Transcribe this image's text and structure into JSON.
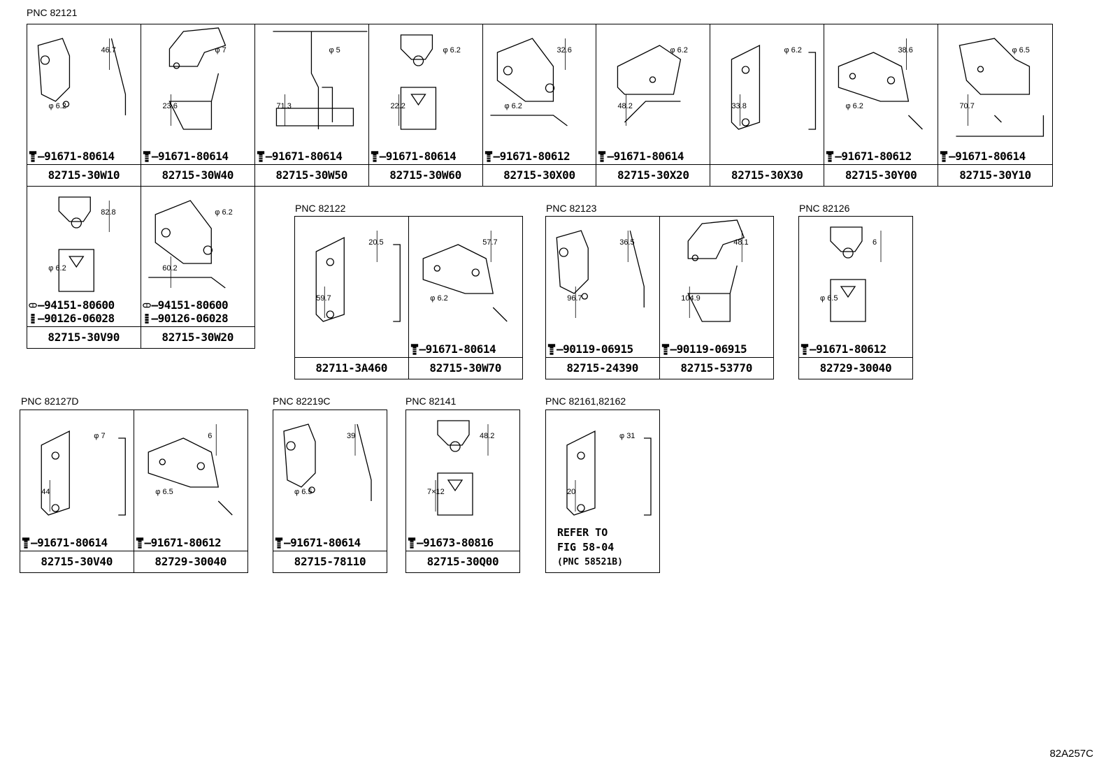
{
  "groups": [
    {
      "pnc": "PNC 82121",
      "cells": [
        {
          "pn": "82715-30W10",
          "bolt": "91671-80614",
          "dims": [
            "46.7",
            "φ 6.2"
          ]
        },
        {
          "pn": "82715-30W40",
          "bolt": "91671-80614",
          "dims": [
            "φ 7",
            "23.6"
          ]
        },
        {
          "pn": "82715-30W50",
          "bolt": "91671-80614",
          "dims": [
            "φ 5",
            "71.3"
          ]
        },
        {
          "pn": "82715-30W60",
          "bolt": "91671-80614",
          "dims": [
            "φ 6.2",
            "22.2"
          ]
        },
        {
          "pn": "82715-30X00",
          "bolt": "91671-80612",
          "dims": [
            "32.6",
            "φ 6.2"
          ]
        },
        {
          "pn": "82715-30X20",
          "bolt": "91671-80614",
          "dims": [
            "φ 6.2",
            "48.2"
          ]
        },
        {
          "pn": "82715-30X30",
          "bolt": "",
          "dims": [
            "φ 6.2",
            "33.8"
          ]
        },
        {
          "pn": "82715-30Y00",
          "bolt": "91671-80612",
          "dims": [
            "38.6",
            "φ 6.2"
          ]
        },
        {
          "pn": "82715-30Y10",
          "bolt": "91671-80614",
          "dims": [
            "φ 6.5",
            "70.7"
          ]
        }
      ]
    },
    {
      "pnc": "",
      "cells": [
        {
          "pn": "82715-30V90",
          "bolt": "94151-80600",
          "bolt2": "90126-06028",
          "dims": [
            "82.8",
            "φ 6.2"
          ]
        },
        {
          "pn": "82715-30W20",
          "bolt": "94151-80600",
          "bolt2": "90126-06028",
          "dims": [
            "φ 6.2",
            "60.2"
          ]
        }
      ]
    },
    {
      "pnc": "PNC 82122",
      "cells": [
        {
          "pn": "82711-3A460",
          "bolt": "",
          "dims": [
            "20.5",
            "59.7"
          ]
        },
        {
          "pn": "82715-30W70",
          "bolt": "91671-80614",
          "dims": [
            "57.7",
            "φ 6.2"
          ]
        }
      ]
    },
    {
      "pnc": "PNC 82123",
      "cells": [
        {
          "pn": "82715-24390",
          "bolt": "90119-06915",
          "dims": [
            "36.5",
            "96.7"
          ]
        },
        {
          "pn": "82715-53770",
          "bolt": "90119-06915",
          "dims": [
            "48.1",
            "104.9"
          ]
        }
      ]
    },
    {
      "pnc": "PNC 82126",
      "cells": [
        {
          "pn": "82729-30040",
          "bolt": "91671-80612",
          "dims": [
            "6",
            "φ 6.5"
          ]
        }
      ]
    },
    {
      "pnc": "PNC 82127D",
      "cells": [
        {
          "pn": "82715-30V40",
          "bolt": "91671-80614",
          "dims": [
            "φ 7",
            "44"
          ]
        },
        {
          "pn": "82729-30040",
          "bolt": "91671-80612",
          "dims": [
            "6",
            "φ 6.5"
          ]
        }
      ]
    },
    {
      "pnc": "PNC 82219C",
      "cells": [
        {
          "pn": "82715-78110",
          "bolt": "91671-80614",
          "dims": [
            "39",
            "φ 6.5"
          ]
        }
      ]
    },
    {
      "pnc": "PNC 82141",
      "cells": [
        {
          "pn": "82715-30Q00",
          "bolt": "91673-80816",
          "dims": [
            "48.2",
            "7×12"
          ]
        }
      ]
    },
    {
      "pnc": "PNC 82161,82162",
      "cells": [
        {
          "pn": "",
          "bolt": "",
          "dims": [
            "φ 31",
            "20"
          ],
          "ref": [
            "REFER TO",
            "FIG 58-04",
            "(PNC 58521B)"
          ]
        }
      ]
    }
  ],
  "figure_code": "82A257C"
}
